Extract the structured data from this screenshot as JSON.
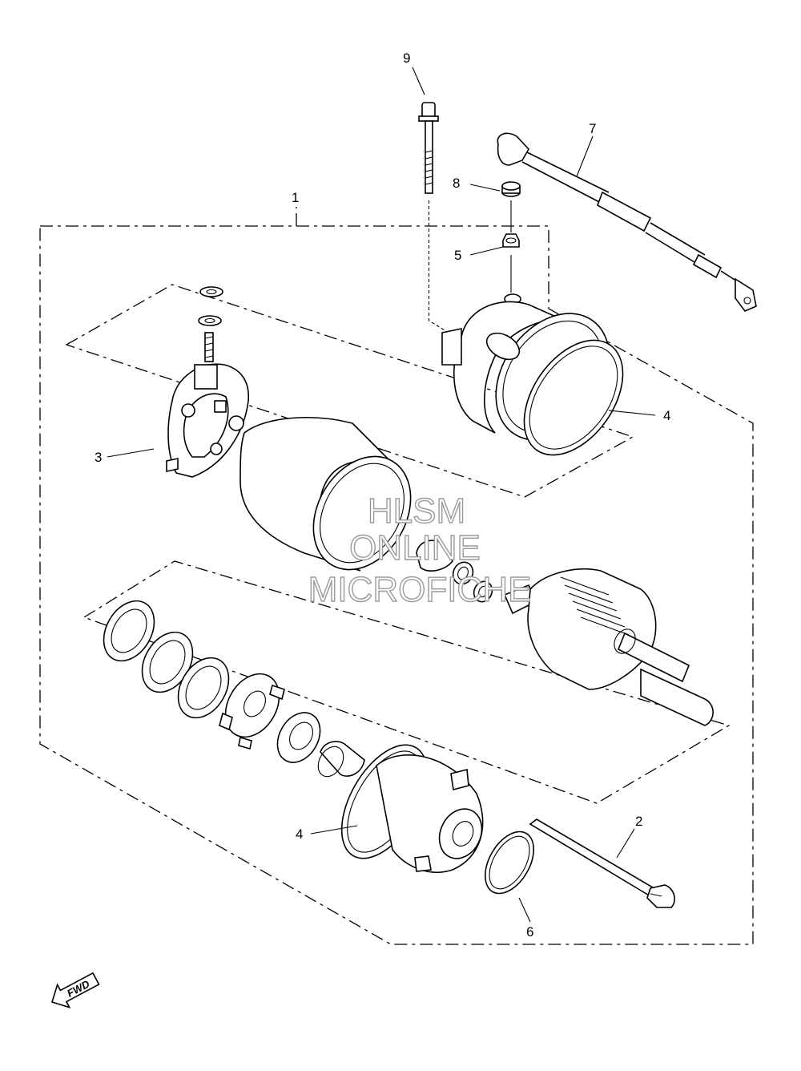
{
  "callouts": [
    "1",
    "2",
    "3",
    "4",
    "4",
    "5",
    "6",
    "7",
    "8",
    "9"
  ],
  "watermark": {
    "line1": "HLSM",
    "line2": "ONLINE",
    "line3": "MICROFICHE"
  },
  "fwd_label": "FWD"
}
